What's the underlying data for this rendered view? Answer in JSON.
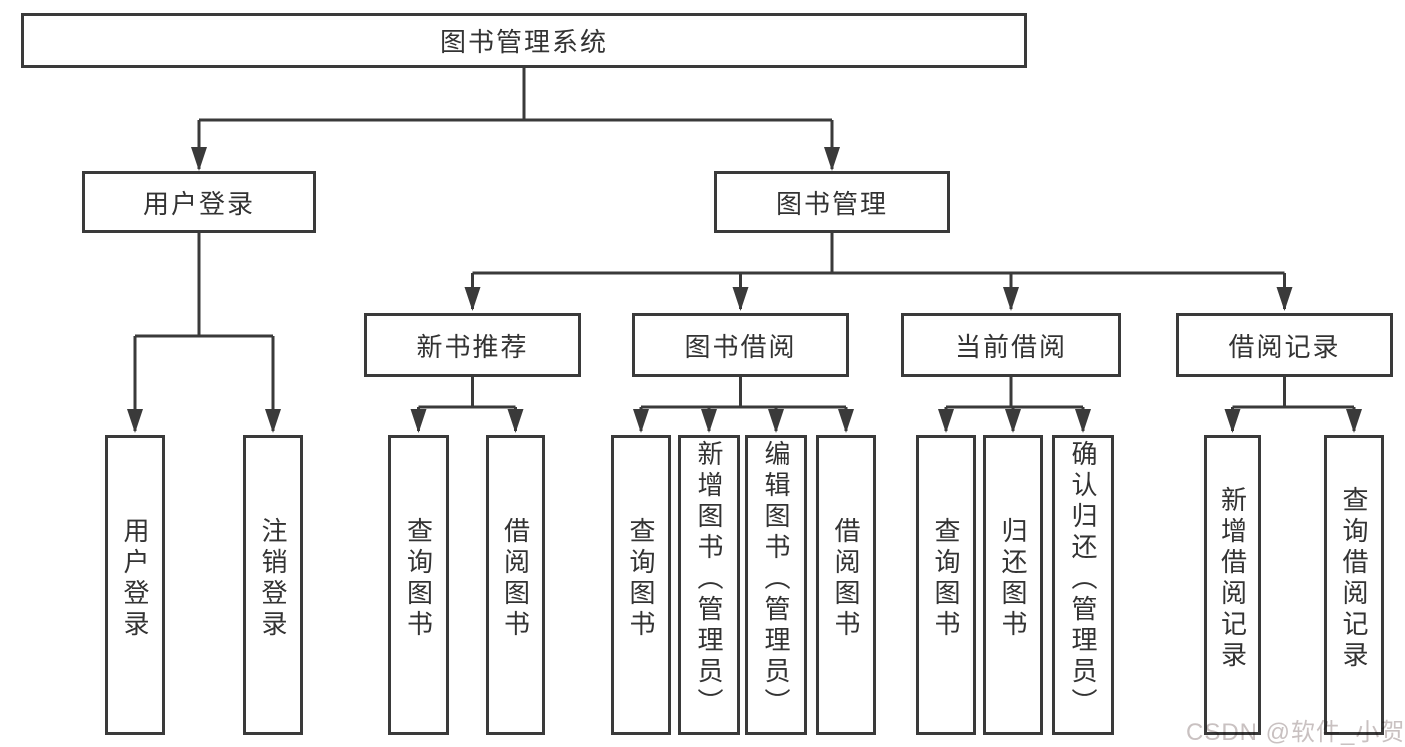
{
  "colors": {
    "line": "#3a3a3a",
    "text": "#333333",
    "box_background": "#ffffff",
    "watermark": "#c9c1c1",
    "background": "#ffffff"
  },
  "watermark": {
    "text": "CSDN @软件_小贺同学"
  },
  "tree": {
    "label": "图书管理系统",
    "children": [
      {
        "label": "用户登录",
        "children": [
          {
            "label": "用户登录"
          },
          {
            "label": "注销登录"
          }
        ]
      },
      {
        "label": "图书管理",
        "children": [
          {
            "label": "新书推荐",
            "children": [
              {
                "label": "查询图书"
              },
              {
                "label": "借阅图书"
              }
            ]
          },
          {
            "label": "图书借阅",
            "children": [
              {
                "label": "查询图书"
              },
              {
                "label": "新增图书（管理员）"
              },
              {
                "label": "编辑图书（管理员）"
              },
              {
                "label": "借阅图书"
              }
            ]
          },
          {
            "label": "当前借阅",
            "children": [
              {
                "label": "查询图书"
              },
              {
                "label": "归还图书"
              },
              {
                "label": "确认归还（管理员）"
              }
            ]
          },
          {
            "label": "借阅记录",
            "children": [
              {
                "label": "新增借阅记录"
              },
              {
                "label": "查询借阅记录"
              }
            ]
          }
        ]
      }
    ]
  }
}
